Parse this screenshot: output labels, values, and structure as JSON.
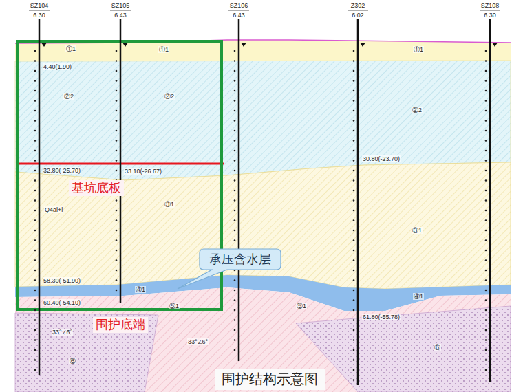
{
  "diagram": {
    "caption": "围护结构示意图",
    "nodes": [
      {
        "text": [
          "承压含水层"
        ]
      }
    ],
    "labels": [
      "基坑底板",
      "围护底端",
      "SZ104",
      "6.30",
      "SZ105",
      "6.43",
      "SZ106",
      "6.43",
      "Z302",
      "6.02",
      "SZ108",
      "6.30",
      "①1",
      "①1",
      "①1",
      "②2",
      "②2",
      "②2",
      "Q4al+l",
      "③1",
      "③1",
      "④1",
      "④1",
      "⑤1",
      "⑤1",
      "⑥",
      "⑥",
      "33°∠6°",
      "33°∠6°",
      "32.80(-25.70)",
      "33.10(-26.67)",
      "30.80(-23.70)",
      "58.30(-51.90)",
      "60.40(-54.10)",
      "61.80(-55.78)",
      "4.40(1.90)"
    ]
  }
}
